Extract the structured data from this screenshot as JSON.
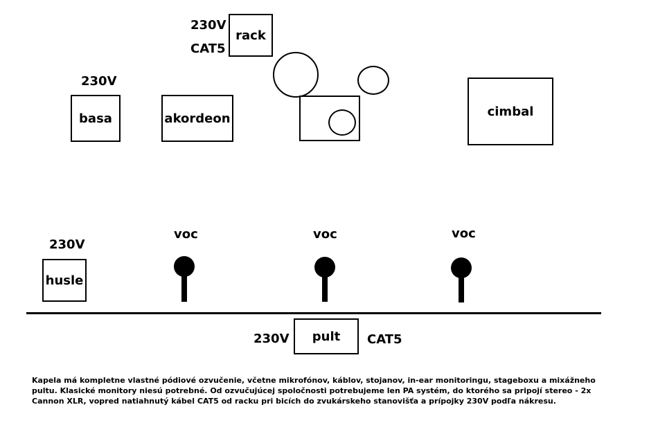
{
  "labels": {
    "rack_power": "230V",
    "rack_cat": "CAT5",
    "basa_power": "230V",
    "husle_power": "230V",
    "pult_power": "230V",
    "pult_cat": "CAT5",
    "voc": "voc"
  },
  "boxes": {
    "rack": "rack",
    "basa": "basa",
    "akordeon": "akordeon",
    "cimbal": "cimbal",
    "husle": "husle",
    "pult": "pult"
  },
  "note": "Kapela má kompletne vlastné pódiové ozvučenie, včetne mikrofónov, káblov, stojanov, in-ear monitoringu, stageboxu a mixážneho pultu. Klasické monitory niesú potrebné. Od ozvučujúcej spoločnosti potrebujeme len PA systém, do ktorého sa pripojí stereo - 2x Cannon XLR, vopred natiahnutý kábel CAT5 od racku pri bicích do zvukárskeho stanovišťa a prípojky 230V podľa nákresu."
}
